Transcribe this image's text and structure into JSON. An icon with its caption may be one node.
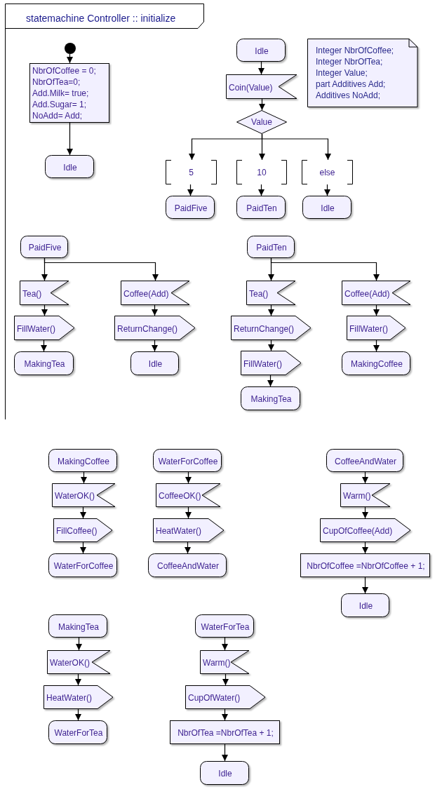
{
  "diagram": {
    "nodes": [
      {
        "text": [
          "statemachine Controller :: initialize"
        ]
      },
      {
        "text": [],
        "shape": "circle",
        "in": 0
      },
      {
        "text": [
          "NbrOfCoffee = 0;",
          "NbrOfTea=0;",
          "Add.Milk= true;",
          "Add.Sugar= 1;",
          "NoAdd= Add;"
        ],
        "in": 0
      },
      {
        "text": [
          "Idle"
        ],
        "in": 0
      },
      {
        "text": [
          "Idle"
        ],
        "in": 0
      },
      {
        "text": [
          "Coin(Value)"
        ],
        "in": 0
      },
      {
        "text": [
          "Value"
        ],
        "in": 0
      },
      {
        "text": [
          "5"
        ],
        "in": 0
      },
      {
        "text": [
          "10"
        ],
        "in": 0
      },
      {
        "text": [
          "else"
        ],
        "in": 0
      },
      {
        "text": [
          "PaidFive"
        ],
        "in": 0
      },
      {
        "text": [
          "PaidTen"
        ],
        "in": 0
      },
      {
        "text": [
          "Idle"
        ],
        "in": 0
      },
      {
        "text": [
          "Integer NbrOfCoffee;",
          "Integer NbrOfTea;",
          "Integer Value;",
          "part Additives Add;",
          "Additives NoAdd;"
        ],
        "in": 0
      },
      {
        "text": [
          "PaidFive"
        ],
        "in": 0
      },
      {
        "text": [
          "Tea()"
        ],
        "in": 0
      },
      {
        "text": [
          "FillWater()"
        ],
        "in": 0
      },
      {
        "text": [
          "MakingTea"
        ],
        "in": 0
      },
      {
        "text": [
          "Coffee(Add)"
        ],
        "in": 0
      },
      {
        "text": [
          "ReturnChange()"
        ],
        "in": 0
      },
      {
        "text": [
          "Idle"
        ],
        "in": 0
      },
      {
        "text": [
          "PaidTen"
        ],
        "in": 0
      },
      {
        "text": [
          "Tea()"
        ],
        "in": 0
      },
      {
        "text": [
          "ReturnChange()"
        ],
        "in": 0
      },
      {
        "text": [
          "FillWater()"
        ],
        "in": 0
      },
      {
        "text": [
          "MakingTea"
        ],
        "in": 0
      },
      {
        "text": [
          "Coffee(Add)"
        ],
        "in": 0
      },
      {
        "text": [
          "FillWater()"
        ],
        "in": 0
      },
      {
        "text": [
          "MakingCoffee"
        ],
        "in": 0
      },
      {
        "text": [
          "MakingCoffee"
        ]
      },
      {
        "text": [
          "WaterOK()"
        ]
      },
      {
        "text": [
          "FillCoffee()"
        ]
      },
      {
        "text": [
          "WaterForCoffee"
        ]
      },
      {
        "text": [
          "WaterForCoffee"
        ]
      },
      {
        "text": [
          "CoffeeOK()"
        ]
      },
      {
        "text": [
          "HeatWater()"
        ]
      },
      {
        "text": [
          "CoffeeAndWater"
        ]
      },
      {
        "text": [
          "CoffeeAndWater"
        ]
      },
      {
        "text": [
          "Warm()"
        ]
      },
      {
        "text": [
          "CupOfCoffee(Add)"
        ]
      },
      {
        "text": [
          "NbrOfCoffee =NbrOfCoffee + 1;"
        ]
      },
      {
        "text": [
          "Idle"
        ]
      },
      {
        "text": [
          "MakingTea"
        ]
      },
      {
        "text": [
          "WaterOK()"
        ]
      },
      {
        "text": [
          "HeatWater()"
        ]
      },
      {
        "text": [
          "WaterForTea"
        ]
      },
      {
        "text": [
          "WaterForTea"
        ]
      },
      {
        "text": [
          "Warm()"
        ]
      },
      {
        "text": [
          "CupOfWater()"
        ]
      },
      {
        "text": [
          "NbrOfTea =NbrOfTea + 1;"
        ]
      },
      {
        "text": [
          "Idle"
        ]
      }
    ],
    "edges": [
      {
        "from": 1,
        "to": 2,
        "arrow": "to"
      },
      {
        "from": 2,
        "to": 3,
        "arrow": "to"
      },
      {
        "from": 4,
        "to": 5,
        "arrow": "to"
      },
      {
        "from": 5,
        "to": 6,
        "arrow": "to"
      },
      {
        "from": 6,
        "to": 7,
        "arrow": "to"
      },
      {
        "from": 6,
        "to": 8,
        "arrow": "to"
      },
      {
        "from": 6,
        "to": 9,
        "arrow": "to"
      },
      {
        "from": 7,
        "to": 10,
        "arrow": "to"
      },
      {
        "from": 8,
        "to": 11,
        "arrow": "to"
      },
      {
        "from": 9,
        "to": 12,
        "arrow": "to"
      },
      {
        "from": 14,
        "to": 15,
        "arrow": "to"
      },
      {
        "from": 14,
        "to": 18,
        "arrow": "to"
      },
      {
        "from": 15,
        "to": 16,
        "arrow": "to"
      },
      {
        "from": 16,
        "to": 17,
        "arrow": "to"
      },
      {
        "from": 18,
        "to": 19,
        "arrow": "to"
      },
      {
        "from": 19,
        "to": 20,
        "arrow": "to"
      },
      {
        "from": 21,
        "to": 22,
        "arrow": "to"
      },
      {
        "from": 21,
        "to": 26,
        "arrow": "to"
      },
      {
        "from": 22,
        "to": 23,
        "arrow": "to"
      },
      {
        "from": 23,
        "to": 24,
        "arrow": "to"
      },
      {
        "from": 24,
        "to": 25,
        "arrow": "to"
      },
      {
        "from": 26,
        "to": 27,
        "arrow": "to"
      },
      {
        "from": 27,
        "to": 28,
        "arrow": "to"
      },
      {
        "from": 29,
        "to": 30,
        "arrow": "to"
      },
      {
        "from": 30,
        "to": 31,
        "arrow": "to"
      },
      {
        "from": 31,
        "to": 32,
        "arrow": "to"
      },
      {
        "from": 33,
        "to": 34,
        "arrow": "to"
      },
      {
        "from": 34,
        "to": 35,
        "arrow": "to"
      },
      {
        "from": 35,
        "to": 36,
        "arrow": "to"
      },
      {
        "from": 37,
        "to": 38,
        "arrow": "to"
      },
      {
        "from": 38,
        "to": 39,
        "arrow": "to"
      },
      {
        "from": 39,
        "to": 40,
        "arrow": "to"
      },
      {
        "from": 40,
        "to": 41,
        "arrow": "to"
      },
      {
        "from": 42,
        "to": 43,
        "arrow": "to"
      },
      {
        "from": 43,
        "to": 44,
        "arrow": "to"
      },
      {
        "from": 44,
        "to": 45,
        "arrow": "to"
      },
      {
        "from": 46,
        "to": 47,
        "arrow": "to"
      },
      {
        "from": 47,
        "to": 48,
        "arrow": "to"
      },
      {
        "from": 48,
        "to": 49,
        "arrow": "to"
      },
      {
        "from": 49,
        "to": 50,
        "arrow": "to"
      }
    ]
  }
}
